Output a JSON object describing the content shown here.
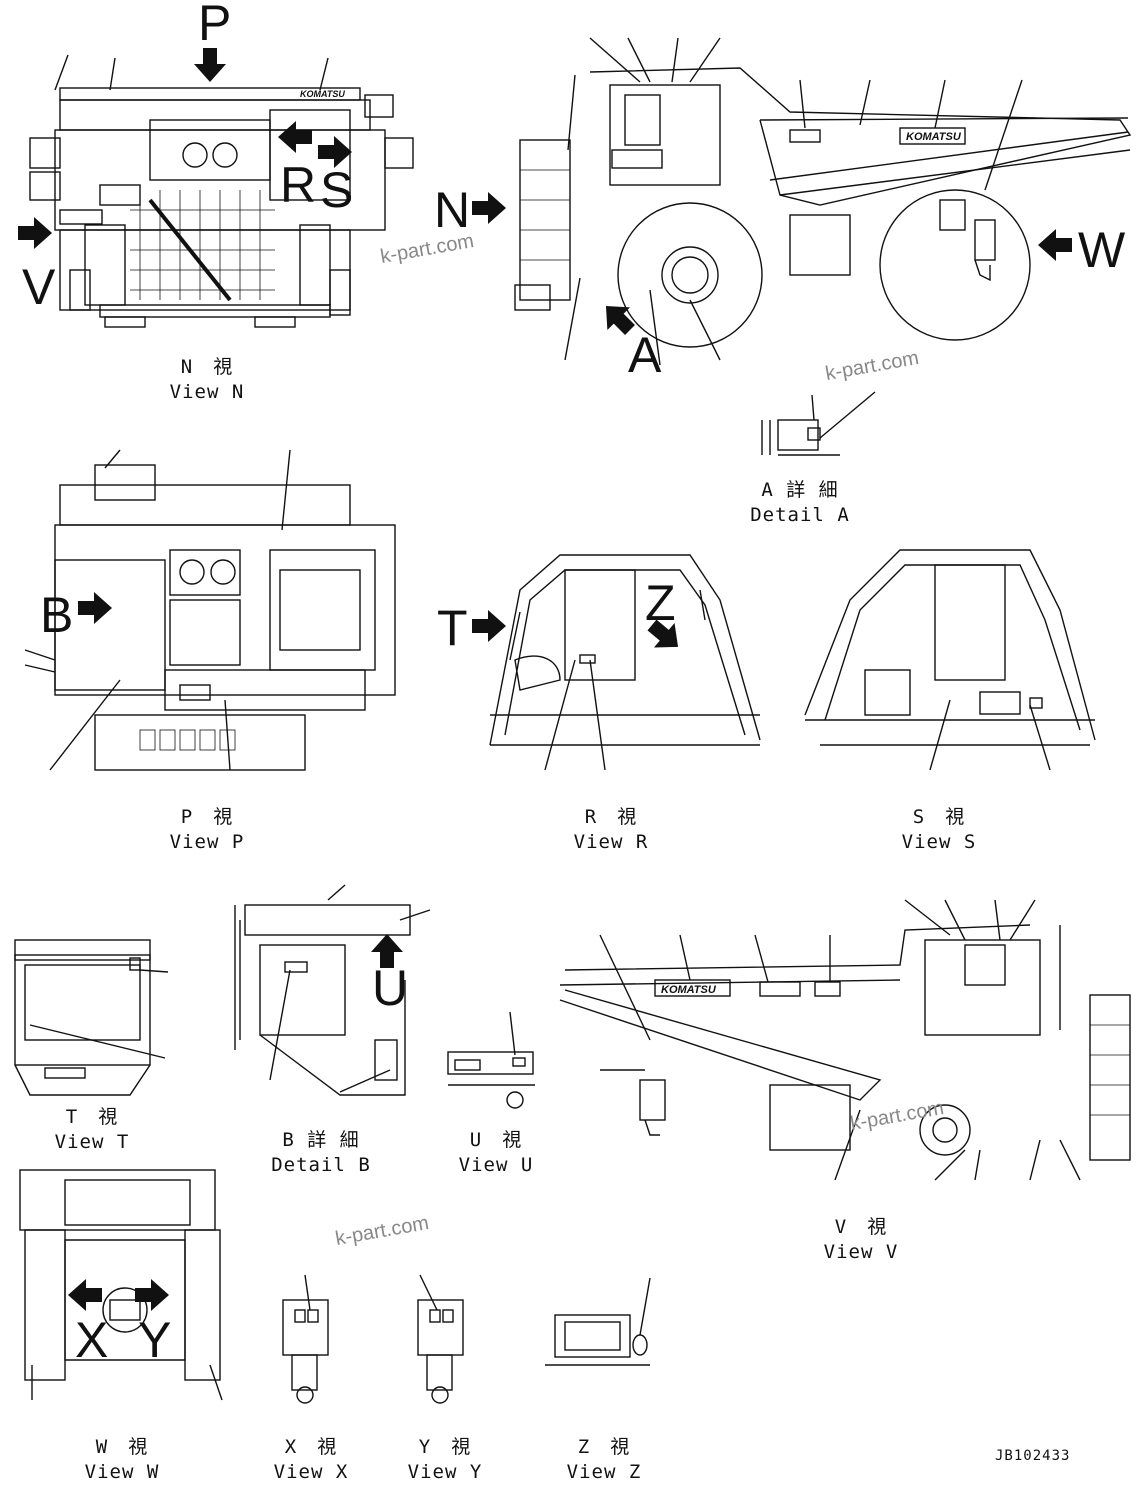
{
  "views": {
    "n": {
      "jp": "N　視",
      "en": "View N"
    },
    "p": {
      "jp": "P　視",
      "en": "View P"
    },
    "r": {
      "jp": "R　視",
      "en": "View R"
    },
    "s": {
      "jp": "S　視",
      "en": "View S"
    },
    "t": {
      "jp": "T　視",
      "en": "View T"
    },
    "u": {
      "jp": "U　視",
      "en": "View U"
    },
    "v": {
      "jp": "V　視",
      "en": "View V"
    },
    "w": {
      "jp": "W　視",
      "en": "View W"
    },
    "x": {
      "jp": "X　視",
      "en": "View X"
    },
    "y": {
      "jp": "Y　視",
      "en": "View Y"
    },
    "z": {
      "jp": "Z　視",
      "en": "View Z"
    },
    "detail_a": {
      "jp": "A 詳 細",
      "en": "Detail A"
    },
    "detail_b": {
      "jp": "B 詳 細",
      "en": "Detail B"
    }
  },
  "arrow_letters": {
    "p": "P",
    "r": "R",
    "s": "S",
    "v": "V",
    "n": "N",
    "a": "A",
    "w": "W",
    "b": "B",
    "t": "T",
    "z": "Z",
    "u": "U",
    "x": "X",
    "y": "Y"
  },
  "logo_text": "KOMATSU",
  "watermark": "k-part.com",
  "drawing_number": "JB102433"
}
